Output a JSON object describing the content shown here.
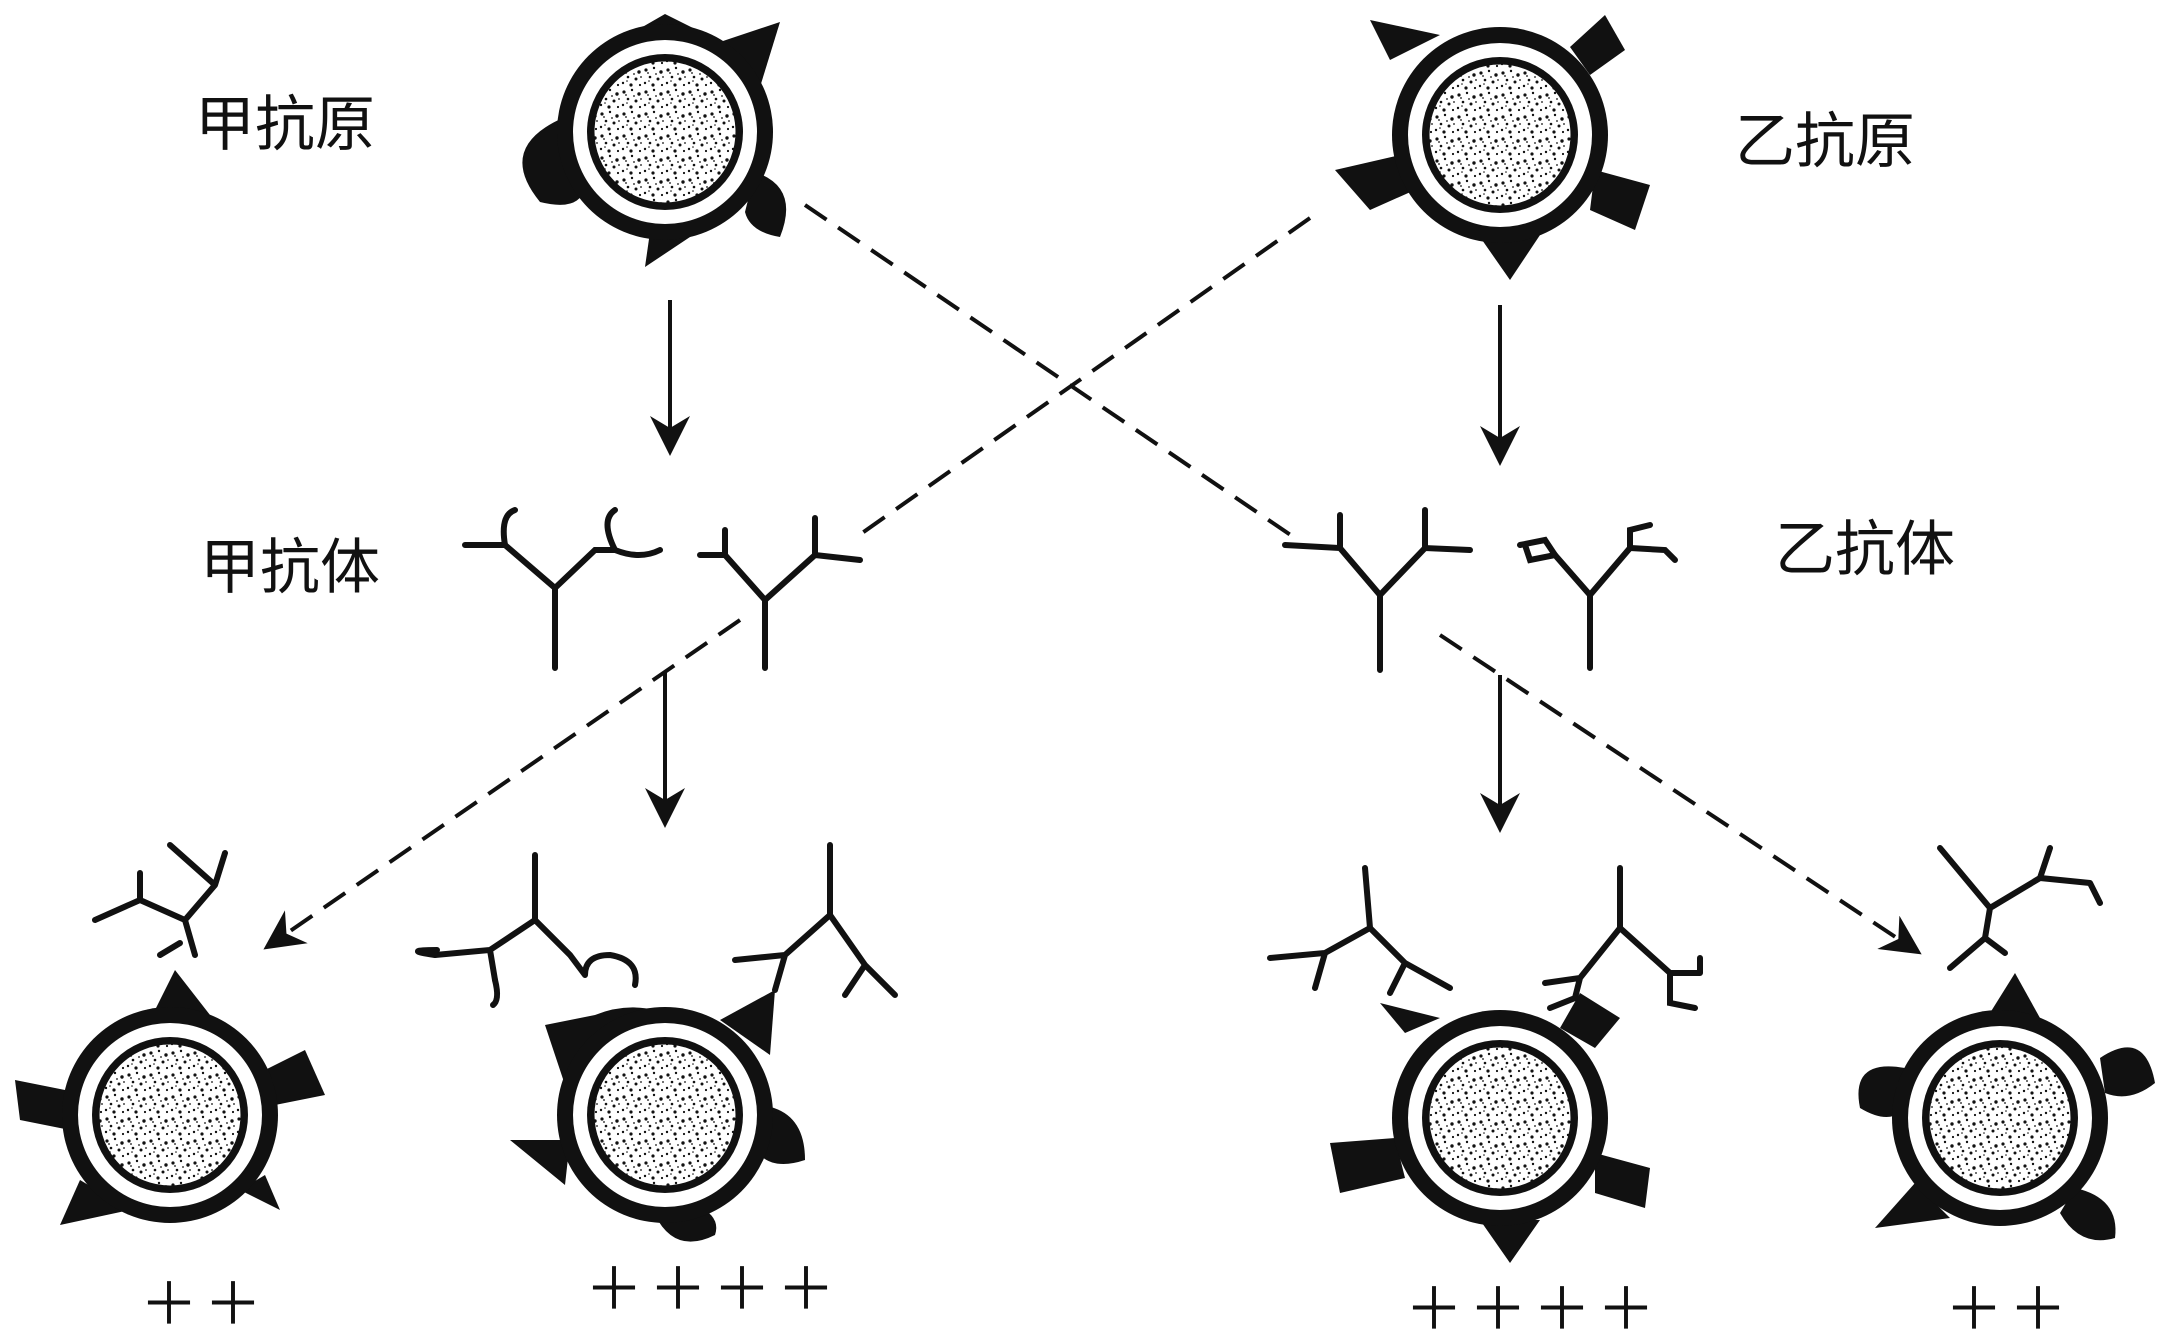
{
  "labels": {
    "antigen_a": "甲抗原",
    "antigen_b": "乙抗原",
    "antibody_a": "甲抗体",
    "antibody_b": "乙抗体"
  },
  "reactions": {
    "r1": "＋＋",
    "r2": "＋＋＋＋",
    "r3": "＋＋＋＋",
    "r4": "＋＋"
  },
  "colors": {
    "ink": "#111111",
    "background": "#ffffff"
  }
}
